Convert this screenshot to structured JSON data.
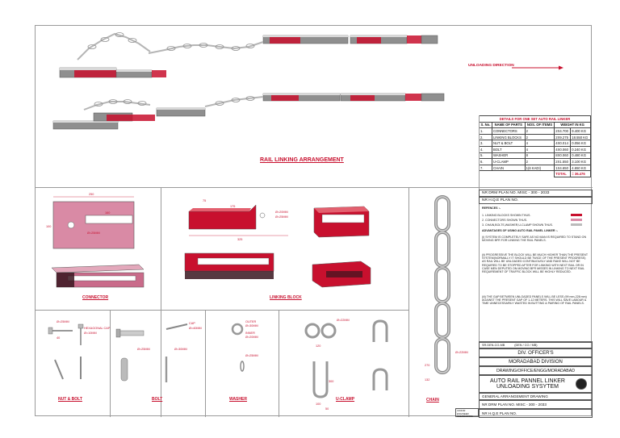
{
  "colors": {
    "accent": "#c8102e",
    "rail": "#8f8f8f",
    "chain": "#c9c9c9",
    "pink": "#c96b8a"
  },
  "top": {
    "unloading_label": "UNLOADING DIRECTION",
    "arrangement_title": "RAIL LINKING ARRANGEMENT"
  },
  "details": {
    "title": "DETAILS FOR ONE SET AUTO RAIL LINKER",
    "headers": [
      "S. No.",
      "NAME OF PARTS",
      "NOS. OF ITEMS",
      "WEIGHT IN KG"
    ],
    "rows": [
      [
        "1.",
        "CONNECTORS",
        "2",
        "2X4.700",
        "9.400",
        "KG"
      ],
      [
        "2.",
        "LINKING BLOCKS",
        "2",
        "2X9.275",
        "18.550",
        "KG"
      ],
      [
        "3.",
        "NUT & BOLT",
        "4",
        "4X0.014",
        "0.056",
        "KG"
      ],
      [
        "4.",
        "BOLT",
        "4",
        "4X0.060",
        "0.240",
        "KG"
      ],
      [
        "5.",
        "WASHER",
        "8",
        "8X0.060",
        "0.480",
        "KG"
      ],
      [
        "6.",
        "U-CLAMP",
        "2",
        "2X1.550",
        "3.100",
        "KG"
      ],
      [
        "7.",
        "CHAIN",
        "1(6 KADI)",
        "1X4.650",
        "4.650",
        "KG"
      ]
    ],
    "total_label": "TOTAL",
    "total_value": "= 36.476"
  },
  "notes": {
    "plan_no": "NR DRM PLAN NO. MISC - 300 - 2033",
    "hq_plan": "NR H.Q.E PLAN NO.",
    "references": "REFENCES :-",
    "ref1": "1. LINKING BLOCKS SHOWN THUS.",
    "ref2": "2. CONNECTORS SHOWN THUS.",
    "ref3": "3. CHAIN,BOLTS,WASHER,U-CLAMP SHOWN THUS.",
    "advantages": "ADVANTAGES OF USING AUTO RAIL PANEL LINKER :-",
    "adv1": "(i) SYSTEM IS COMPLETELY SAFE AS NO MAN IS REQUIRED TO STAND ON MOVING BFR FOR LINKING THE RAIL PANELS.",
    "adv2": "(ii) PROGRESSIVE THE BLOCK WILL BE MUCH HIGHER THAN THE PRESENT SYSTEM(NORMALLY IT SHOULD BE TWICE OF THE PRESENT PROGRESS) AS RAIL WILL BE UNLOADED CONTINUOUSLY AND RAKE WILL NOT BE REQUIRED TO BE STOPPED AFTER FOR LINKING WITH NEXT RAIL OR IN CASE MEN DEPUTED ON MOVING BFR MISSES IN LINKING TO NEXT RAIL REQUIREMENT OF TRAFFIC BLOCK WILL BE HIGHLY REDUCED.",
    "adv3": "(iii) THE GAP BETWEEN UNLOADED PANELS WILL BE LESS (99 mm-228 mm) AGAINST THE PRESENT GAP OF 1-12 METERS. THIS WILL SAVE LABOUR & TIME UNNECESSARILY WASTED IN BUTTING & PAIRING OF RAIL PANELS."
  },
  "titleblock": {
    "sign": "SR.DEN-CO-MB",
    "sign2": "(DEN / CO / MB)",
    "officer": "DIV. OFFICER'S",
    "division": "MORADABAD DIVISION",
    "office": "DRAWING/OFFICE/ENGG/MORADABAD",
    "main_title": "AUTO RAIL PANNEL LINKER UNLOADING SYSYTEM",
    "subtitle": "GENERAL ARRANGEMENT DRAWING",
    "plan_no": "NR DRM PLAN NO. MISC - 300 - 2033",
    "hq": "NR H.Q.E PLAN NO.",
    "left1": "JUNIOR ENGINEER",
    "left2": "SSE/DRAWING"
  },
  "labels": {
    "connector": "CONNECTOR",
    "linking_block": "LINKING BLOCK",
    "nut_bolt": "NUT & BOLT",
    "bolt": "BOLT",
    "washer": "WASHER",
    "u_clamp": "U-CLAMP",
    "chain": "CHAIN",
    "hex_cap": "HEXAGONAL CAP",
    "hex_cap_dim": "Ø=10MM",
    "cap": "CAP",
    "cap_dim": "Ø=40MM",
    "outer": "OUTER",
    "outer_dim": "Ø=30MM",
    "inner": "INNER",
    "inner_dim": "Ø=20MM",
    "chain_dim": "Ø=22MM"
  },
  "dims": {
    "c_250": "250",
    "c_160": "160",
    "c_100": "100",
    "c_d25": "Ø=25MM",
    "c_d20": "Ø=20MM",
    "lb_75": "75",
    "lb_175": "175",
    "lb_325": "325",
    "lb_d20": "Ø=20MM",
    "lb_d25": "Ø=25MM",
    "nb_d": "Ø=25MM",
    "nb_40": "40",
    "b_d1": "Ø=25MM",
    "b_d2": "Ø=30MM",
    "uc_d": "Ø=22MM",
    "uc_120": "120",
    "uc_300": "300",
    "uc_100": "100",
    "uc_50": "50",
    "w_d": "Ø=25MM",
    "ch_270": "270",
    "ch_132": "132"
  }
}
